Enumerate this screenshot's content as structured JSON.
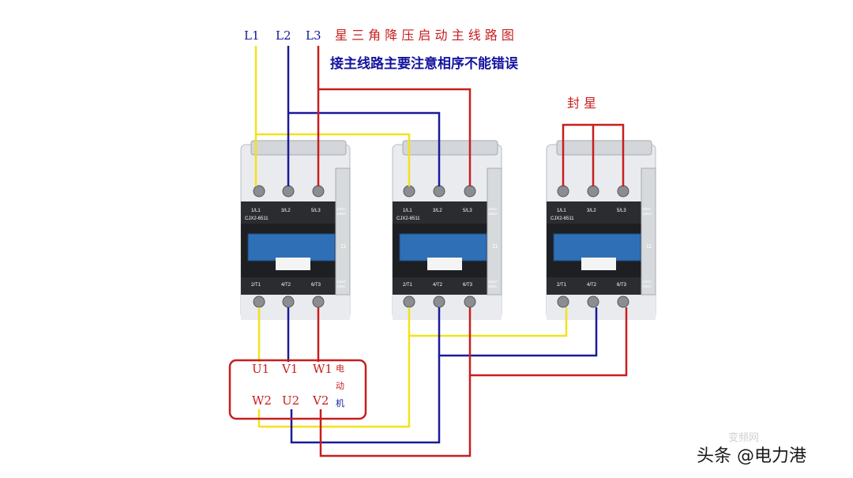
{
  "phase_labels": [
    "L1",
    "L2",
    "L3"
  ],
  "title": "星 三 角 降 压 启 动 主 线 路 图",
  "subtitle": "接主线路主要注意相序不能错误",
  "star_seal_label": "封 星",
  "contactor": {
    "model": "CJX2-6511",
    "top_terminals": [
      "1/L1",
      "3/L2",
      "5/L3"
    ],
    "bottom_terminals": [
      "2/T1",
      "4/T2",
      "6/T3"
    ],
    "aux_top": [
      "21NC",
      "13NO"
    ],
    "aux_bottom": [
      "14NO",
      "22NC"
    ],
    "side_mark": "11"
  },
  "motor": {
    "top_row": [
      "U1",
      "V1",
      "W1"
    ],
    "bottom_row": [
      "W2",
      "U2",
      "V2"
    ],
    "label_chars": [
      "电",
      "动",
      "机"
    ]
  },
  "watermark": {
    "text": "头条 @电力港",
    "faint": "变频网"
  },
  "colors": {
    "yellow": "#f2e21d",
    "blue": "#1a1a9c",
    "red": "#c81e1e",
    "label_blue": "#1414a0",
    "label_red": "#c81e1e"
  }
}
